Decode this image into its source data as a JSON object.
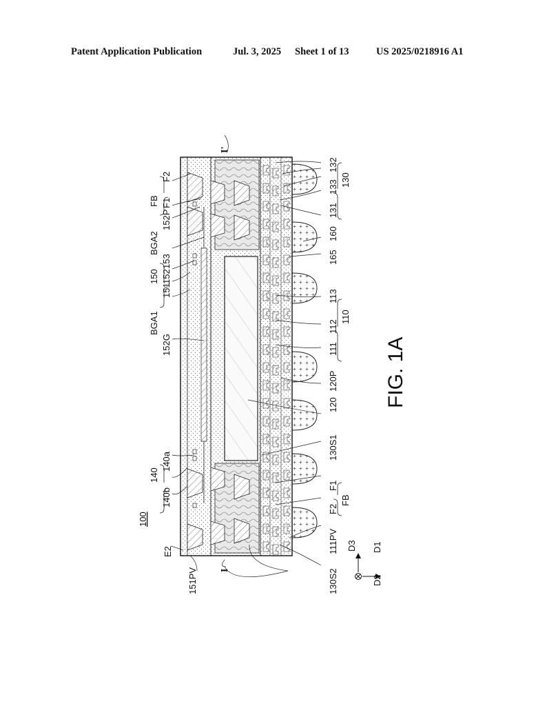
{
  "header": {
    "publication": "Patent Application Publication",
    "date": "Jul. 3, 2025",
    "sheet": "Sheet 1 of 13",
    "number": "US 2025/0218916 A1"
  },
  "figure": {
    "caption": "FIG. 1A",
    "ref_main": "100"
  },
  "labels": {
    "E2": "E2",
    "l151PV": "151PV",
    "I": "I",
    "I_prime": "I'",
    "l140b": "140b",
    "l140": "140",
    "l140a": "140a",
    "BGA1": "BGA1",
    "l152G": "152G",
    "l151": "151",
    "l150": "150",
    "l152": "152",
    "l153": "153",
    "BGA2": "BGA2",
    "l152P": "152P",
    "F1_top": "F1",
    "FB_top": "FB",
    "F2_top": "F2",
    "l130S2": "130S2",
    "l111PV": "111PV",
    "F2_bot": "F2",
    "FB_bot": "FB",
    "F1_bot": "F1",
    "l130S1": "130S1",
    "l120": "120",
    "l120P": "120P",
    "l111": "111",
    "l112": "112",
    "l110": "110",
    "l113": "113",
    "l165": "165",
    "l160": "160",
    "l131": "131",
    "l133": "133",
    "l130": "130",
    "l132": "132",
    "D3": "D3",
    "D2": "D2",
    "D1": "D1"
  }
}
